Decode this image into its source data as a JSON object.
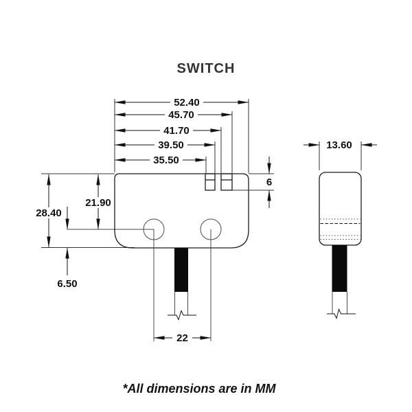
{
  "title": "SWITCH",
  "note": "*All dimensions are in MM",
  "colors": {
    "background": "#ffffff",
    "line": "#1a1a1a",
    "aux_line": "#4a4a4a",
    "text": "#111111"
  },
  "front_view": {
    "width_dims": [
      {
        "label": "52.40"
      },
      {
        "label": "45.70"
      },
      {
        "label": "41.70"
      },
      {
        "label": "39.50"
      },
      {
        "label": "35.50"
      }
    ],
    "height_dims": [
      {
        "label": "28.40"
      },
      {
        "label": "21.90"
      },
      {
        "label": "6.50"
      }
    ],
    "terminal_height_dim": {
      "label": "6"
    },
    "hole_spacing_dim": {
      "label": "22"
    }
  },
  "side_view": {
    "width_dim": {
      "label": "13.60"
    }
  }
}
